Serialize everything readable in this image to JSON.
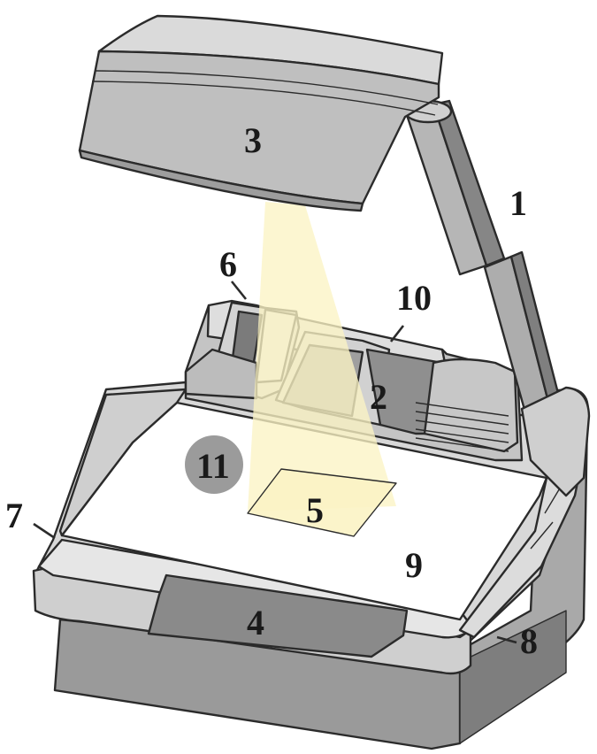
{
  "labels": {
    "l1": "1",
    "l2": "2",
    "l3": "3",
    "l4": "4",
    "l5": "5",
    "l6": "6",
    "l7": "7",
    "l8": "8",
    "l9": "9",
    "l10": "10",
    "l11": "11"
  },
  "colors": {
    "body_light": "#e8e8e8",
    "body_mid": "#c8c8c8",
    "body_dark": "#8e8e8e",
    "stage_white": "#ffffff",
    "light_beam": "#fbf3c4",
    "marker_circle": "#9b9b9b"
  }
}
